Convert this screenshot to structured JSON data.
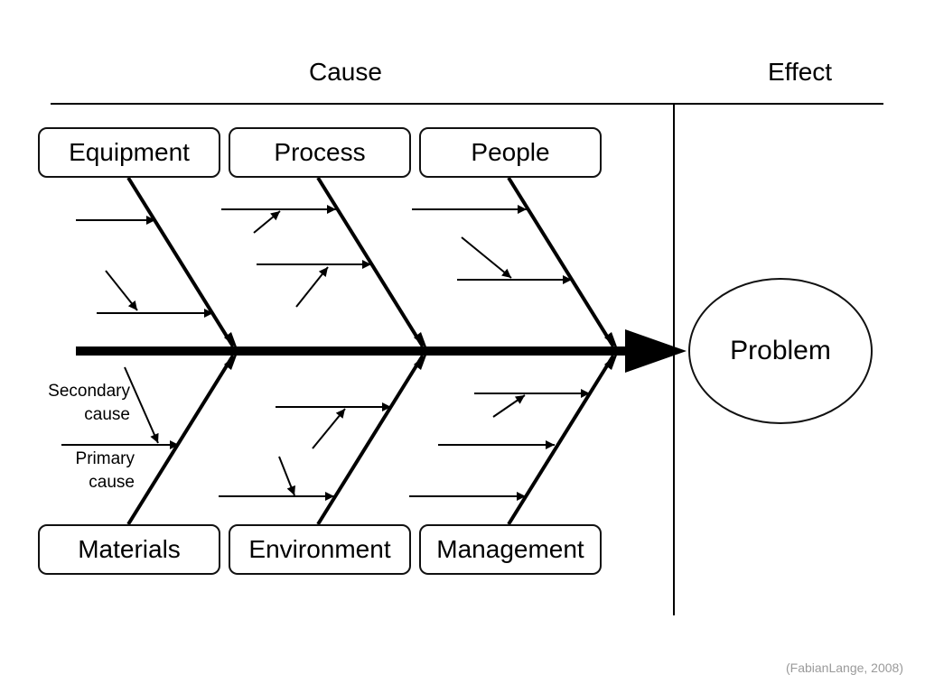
{
  "headers": {
    "cause": "Cause",
    "effect": "Effect"
  },
  "categories": {
    "equipment": "Equipment",
    "process": "Process",
    "people": "People",
    "materials": "Materials",
    "environment": "Environment",
    "management": "Management"
  },
  "effect_label": "Problem",
  "annotations": {
    "secondary_cause_line1": "Secondary",
    "secondary_cause_line2": "cause",
    "primary_cause_line1": "Primary",
    "primary_cause_line2": "cause"
  },
  "credit": "(FabianLange, 2008)",
  "colors": {
    "line": "#000000",
    "credit": "#9a9a9a",
    "background": "#ffffff"
  }
}
